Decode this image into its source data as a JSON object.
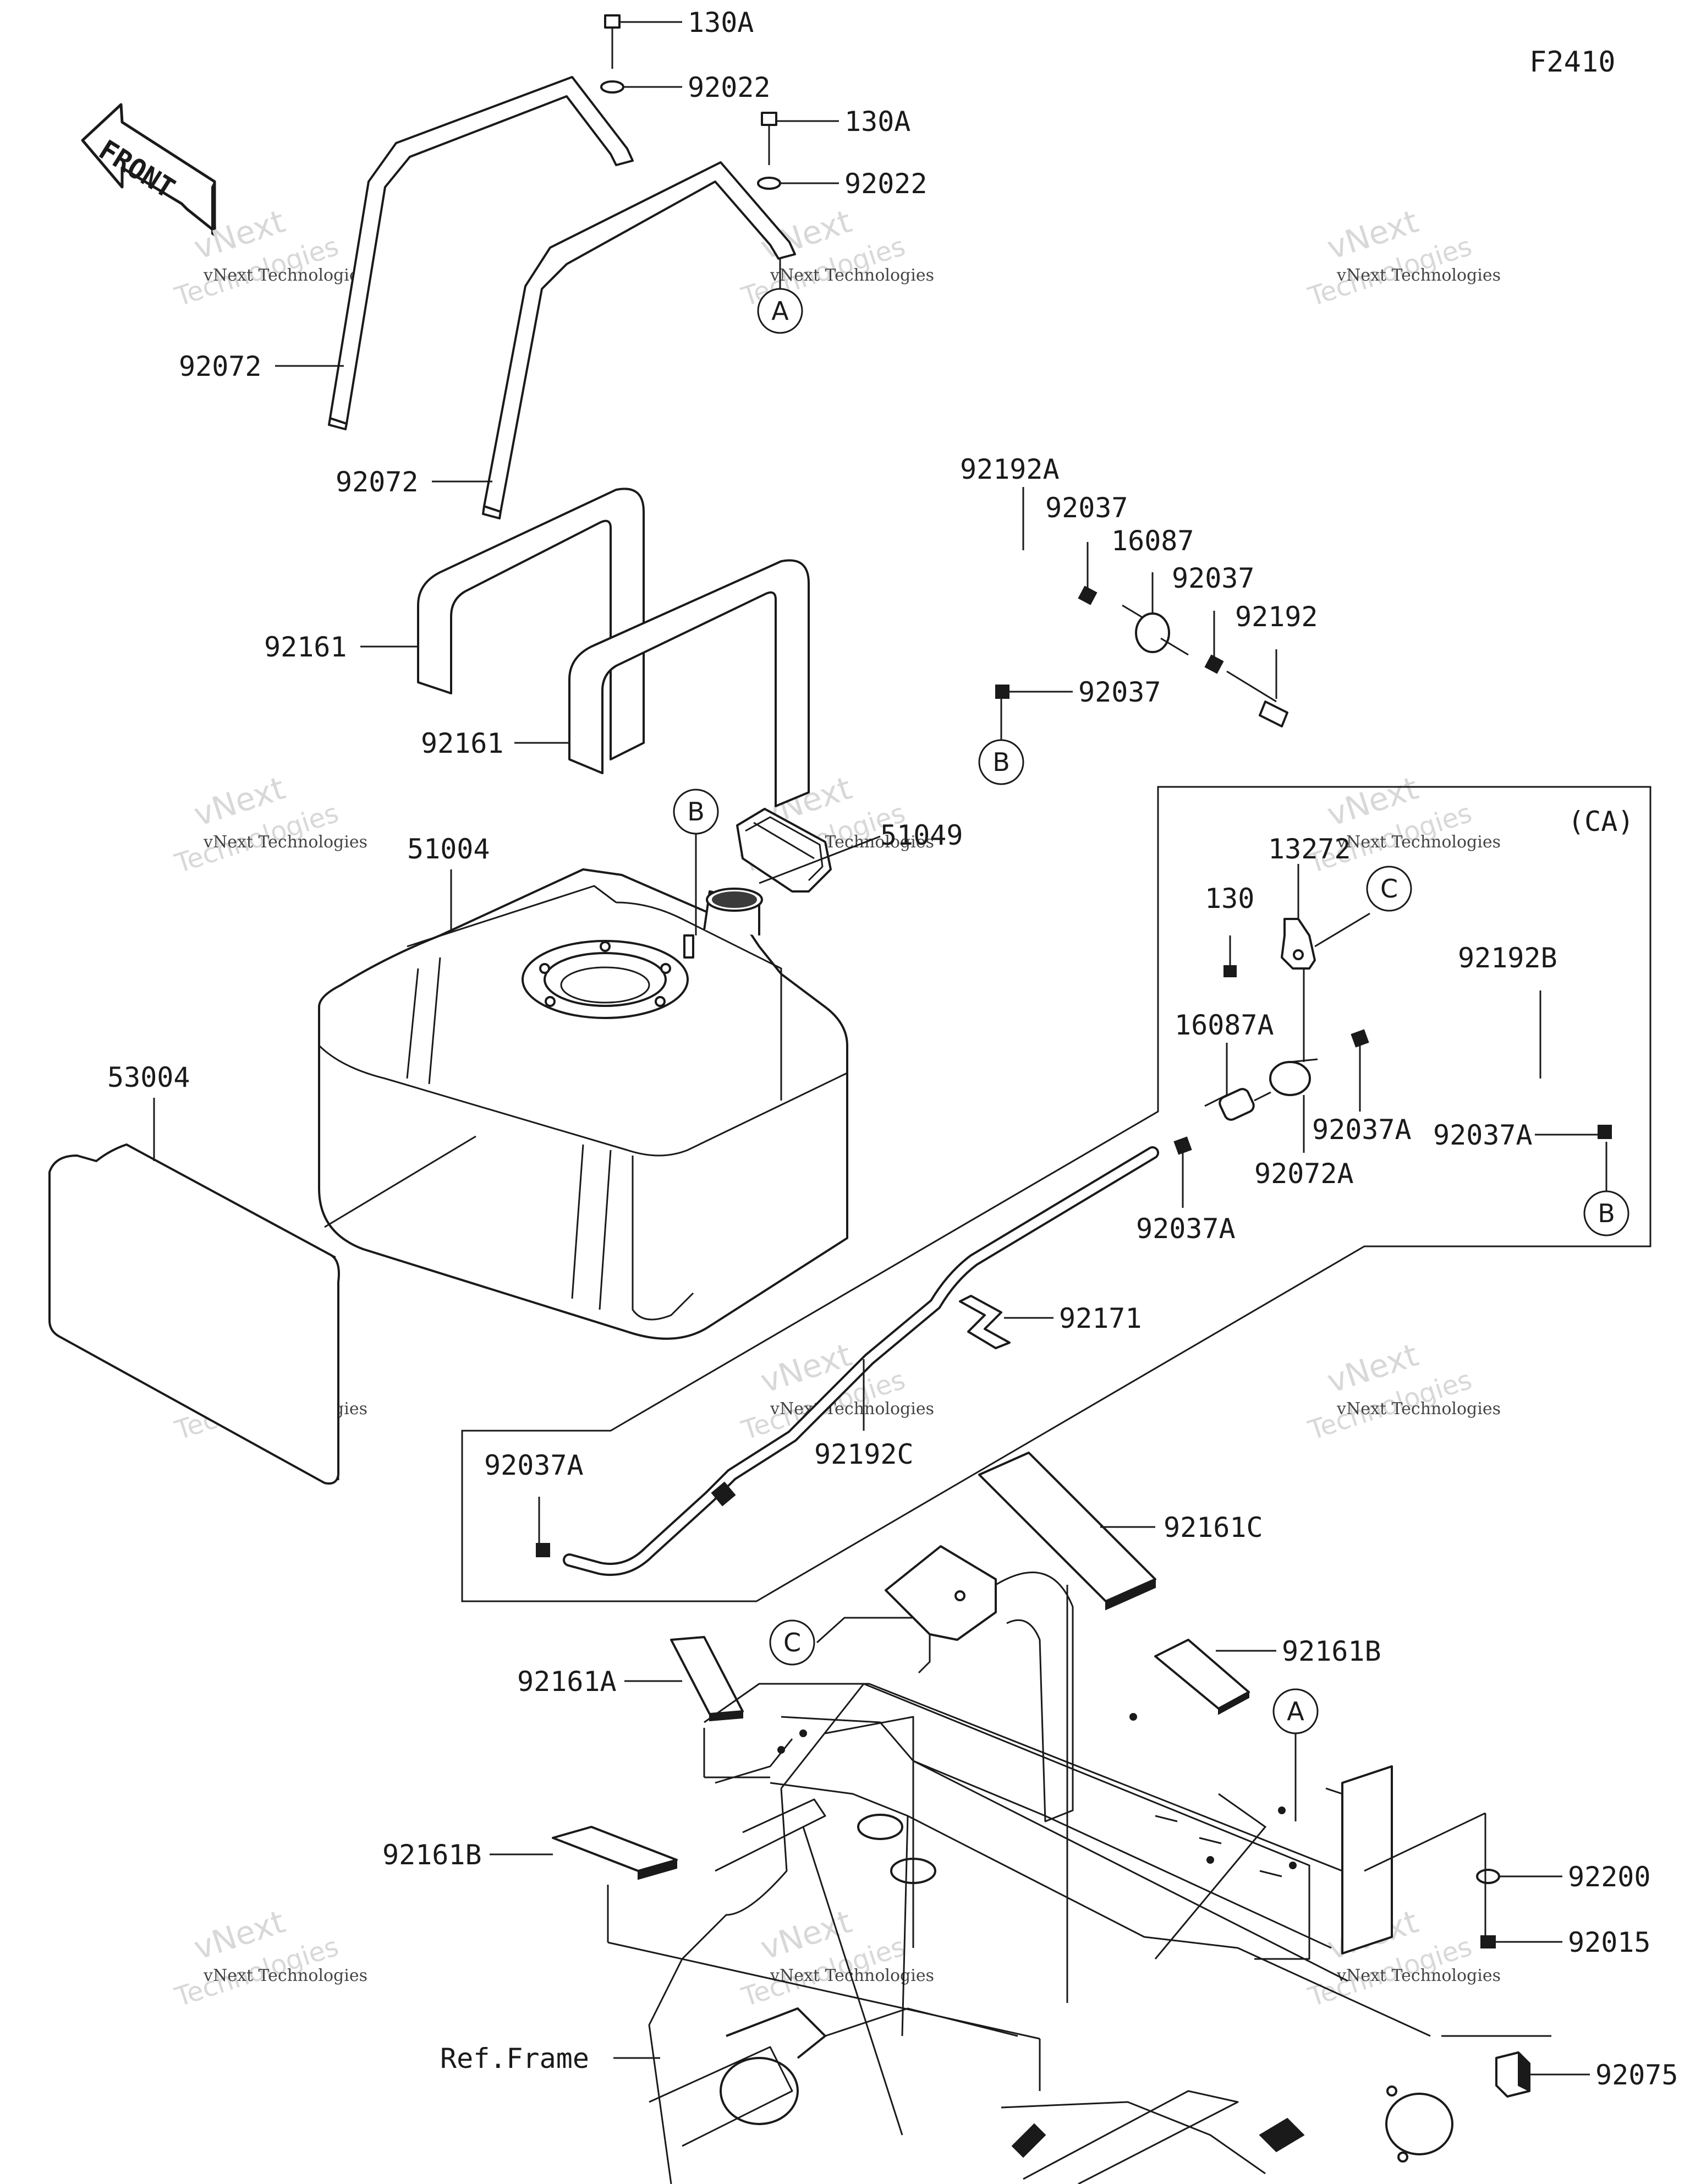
{
  "figure_code": "F2410",
  "front_label": "FRONT",
  "group_label": "(CA)",
  "reference_label": "Ref.Frame",
  "watermark": {
    "line1": "vNext Technologies",
    "line2": "vNext",
    "line3": "Technologies"
  },
  "markers": [
    {
      "id": "A-top",
      "letter": "A"
    },
    {
      "id": "B-top",
      "letter": "B"
    },
    {
      "id": "B-tank",
      "letter": "B"
    },
    {
      "id": "C-ca",
      "letter": "C"
    },
    {
      "id": "B-ca",
      "letter": "B"
    },
    {
      "id": "C-frame",
      "letter": "C"
    },
    {
      "id": "A-frame",
      "letter": "A"
    }
  ],
  "parts": [
    {
      "id": "bolt-130a-1",
      "number": "130A"
    },
    {
      "id": "washer-92022-1",
      "number": "92022"
    },
    {
      "id": "bolt-130a-2",
      "number": "130A"
    },
    {
      "id": "washer-92022-2",
      "number": "92022"
    },
    {
      "id": "band-92072-1",
      "number": "92072"
    },
    {
      "id": "band-92072-2",
      "number": "92072"
    },
    {
      "id": "pad-92161-1",
      "number": "92161"
    },
    {
      "id": "pad-92161-2",
      "number": "92161"
    },
    {
      "id": "tank-51004",
      "number": "51004"
    },
    {
      "id": "cap-51049",
      "number": "51049"
    },
    {
      "id": "pad-53004",
      "number": "53004"
    },
    {
      "id": "hose-92192a",
      "number": "92192A"
    },
    {
      "id": "clamp-92037-1",
      "number": "92037"
    },
    {
      "id": "valve-16087",
      "number": "16087"
    },
    {
      "id": "clamp-92037-2",
      "number": "92037"
    },
    {
      "id": "hose-92192",
      "number": "92192"
    },
    {
      "id": "clamp-92037-3",
      "number": "92037"
    },
    {
      "id": "bracket-13272",
      "number": "13272"
    },
    {
      "id": "bolt-130",
      "number": "130"
    },
    {
      "id": "hose-92192b",
      "number": "92192B"
    },
    {
      "id": "valve-16087a",
      "number": "16087A"
    },
    {
      "id": "clamp-92037a-1",
      "number": "92037A"
    },
    {
      "id": "clamp-92037a-2",
      "number": "92037A"
    },
    {
      "id": "band-92072a",
      "number": "92072A"
    },
    {
      "id": "clamp-92037a-3",
      "number": "92037A"
    },
    {
      "id": "clamp-92171",
      "number": "92171"
    },
    {
      "id": "hose-92192c",
      "number": "92192C"
    },
    {
      "id": "clamp-92037a-4",
      "number": "92037A"
    },
    {
      "id": "pad-92161c",
      "number": "92161C"
    },
    {
      "id": "pad-92161b-1",
      "number": "92161B"
    },
    {
      "id": "pad-92161a",
      "number": "92161A"
    },
    {
      "id": "pad-92161b-2",
      "number": "92161B"
    },
    {
      "id": "washer-92200",
      "number": "92200"
    },
    {
      "id": "nut-92015",
      "number": "92015"
    },
    {
      "id": "cap-92075",
      "number": "92075"
    }
  ]
}
